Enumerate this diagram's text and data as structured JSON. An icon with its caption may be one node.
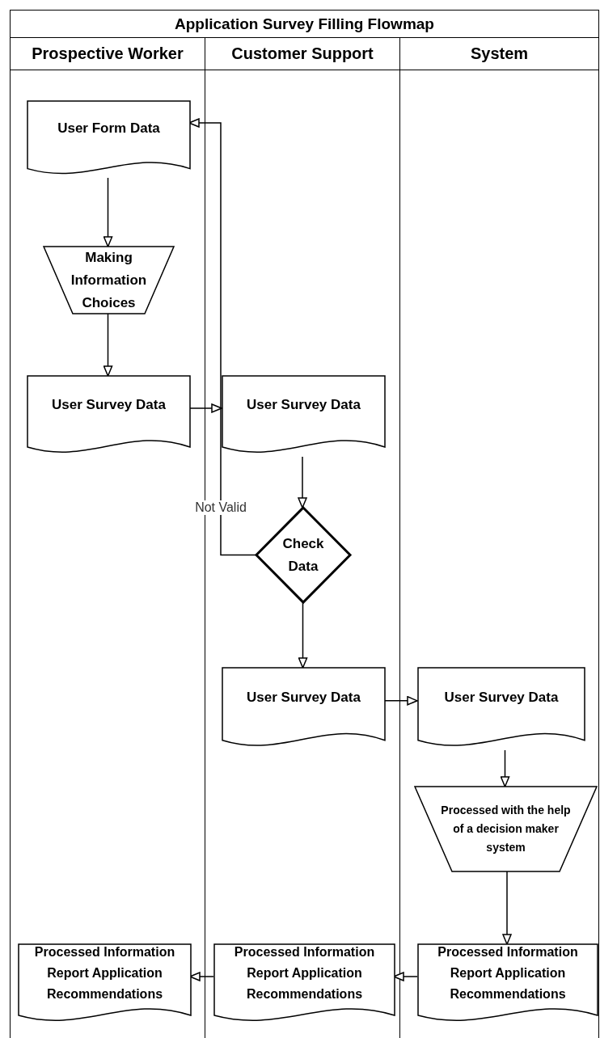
{
  "diagram": {
    "title": "Application Survey Filling Flowmap",
    "nodes": [
      {
        "text": [
          "Prospective Worker"
        ]
      },
      {
        "text": [
          "Customer Support"
        ]
      },
      {
        "text": [
          "System"
        ]
      },
      {
        "text": [
          "User Form Data"
        ],
        "in": 0
      },
      {
        "text": [
          "Making Information Choices"
        ],
        "in": 0
      },
      {
        "text": [
          "User Survey Data"
        ],
        "in": 0
      },
      {
        "text": [
          "User Survey Data"
        ],
        "in": 1
      },
      {
        "text": [
          "Check Data"
        ],
        "in": 1
      },
      {
        "text": [
          "User Survey Data"
        ],
        "in": 1
      },
      {
        "text": [
          "User Survey Data"
        ],
        "in": 2
      },
      {
        "text": [
          "Processed with the help of a decision maker system"
        ],
        "in": 2
      },
      {
        "text": [
          "Processed Information Report Application Recommendations"
        ],
        "in": 2
      },
      {
        "text": [
          "Processed Information Report Application Recommendations"
        ],
        "in": 1
      },
      {
        "text": [
          "Processed Information Report Application Recommendations"
        ],
        "in": 0
      }
    ],
    "edges": [
      {
        "from": 3,
        "to": 4,
        "arrow": "to"
      },
      {
        "from": 4,
        "to": 5,
        "arrow": "to"
      },
      {
        "from": 5,
        "to": 6,
        "arrow": "to"
      },
      {
        "from": 6,
        "to": 7,
        "arrow": "to"
      },
      {
        "from": 7,
        "to": 3,
        "arrow": "to",
        "label": "Not Valid"
      },
      {
        "from": 7,
        "to": 8,
        "arrow": "to"
      },
      {
        "from": 8,
        "to": 9,
        "arrow": "to"
      },
      {
        "from": 9,
        "to": 10,
        "arrow": "to"
      },
      {
        "from": 10,
        "to": 11,
        "arrow": "to"
      },
      {
        "from": 11,
        "to": 12,
        "arrow": "to"
      },
      {
        "from": 12,
        "to": 13,
        "arrow": "to"
      }
    ]
  }
}
